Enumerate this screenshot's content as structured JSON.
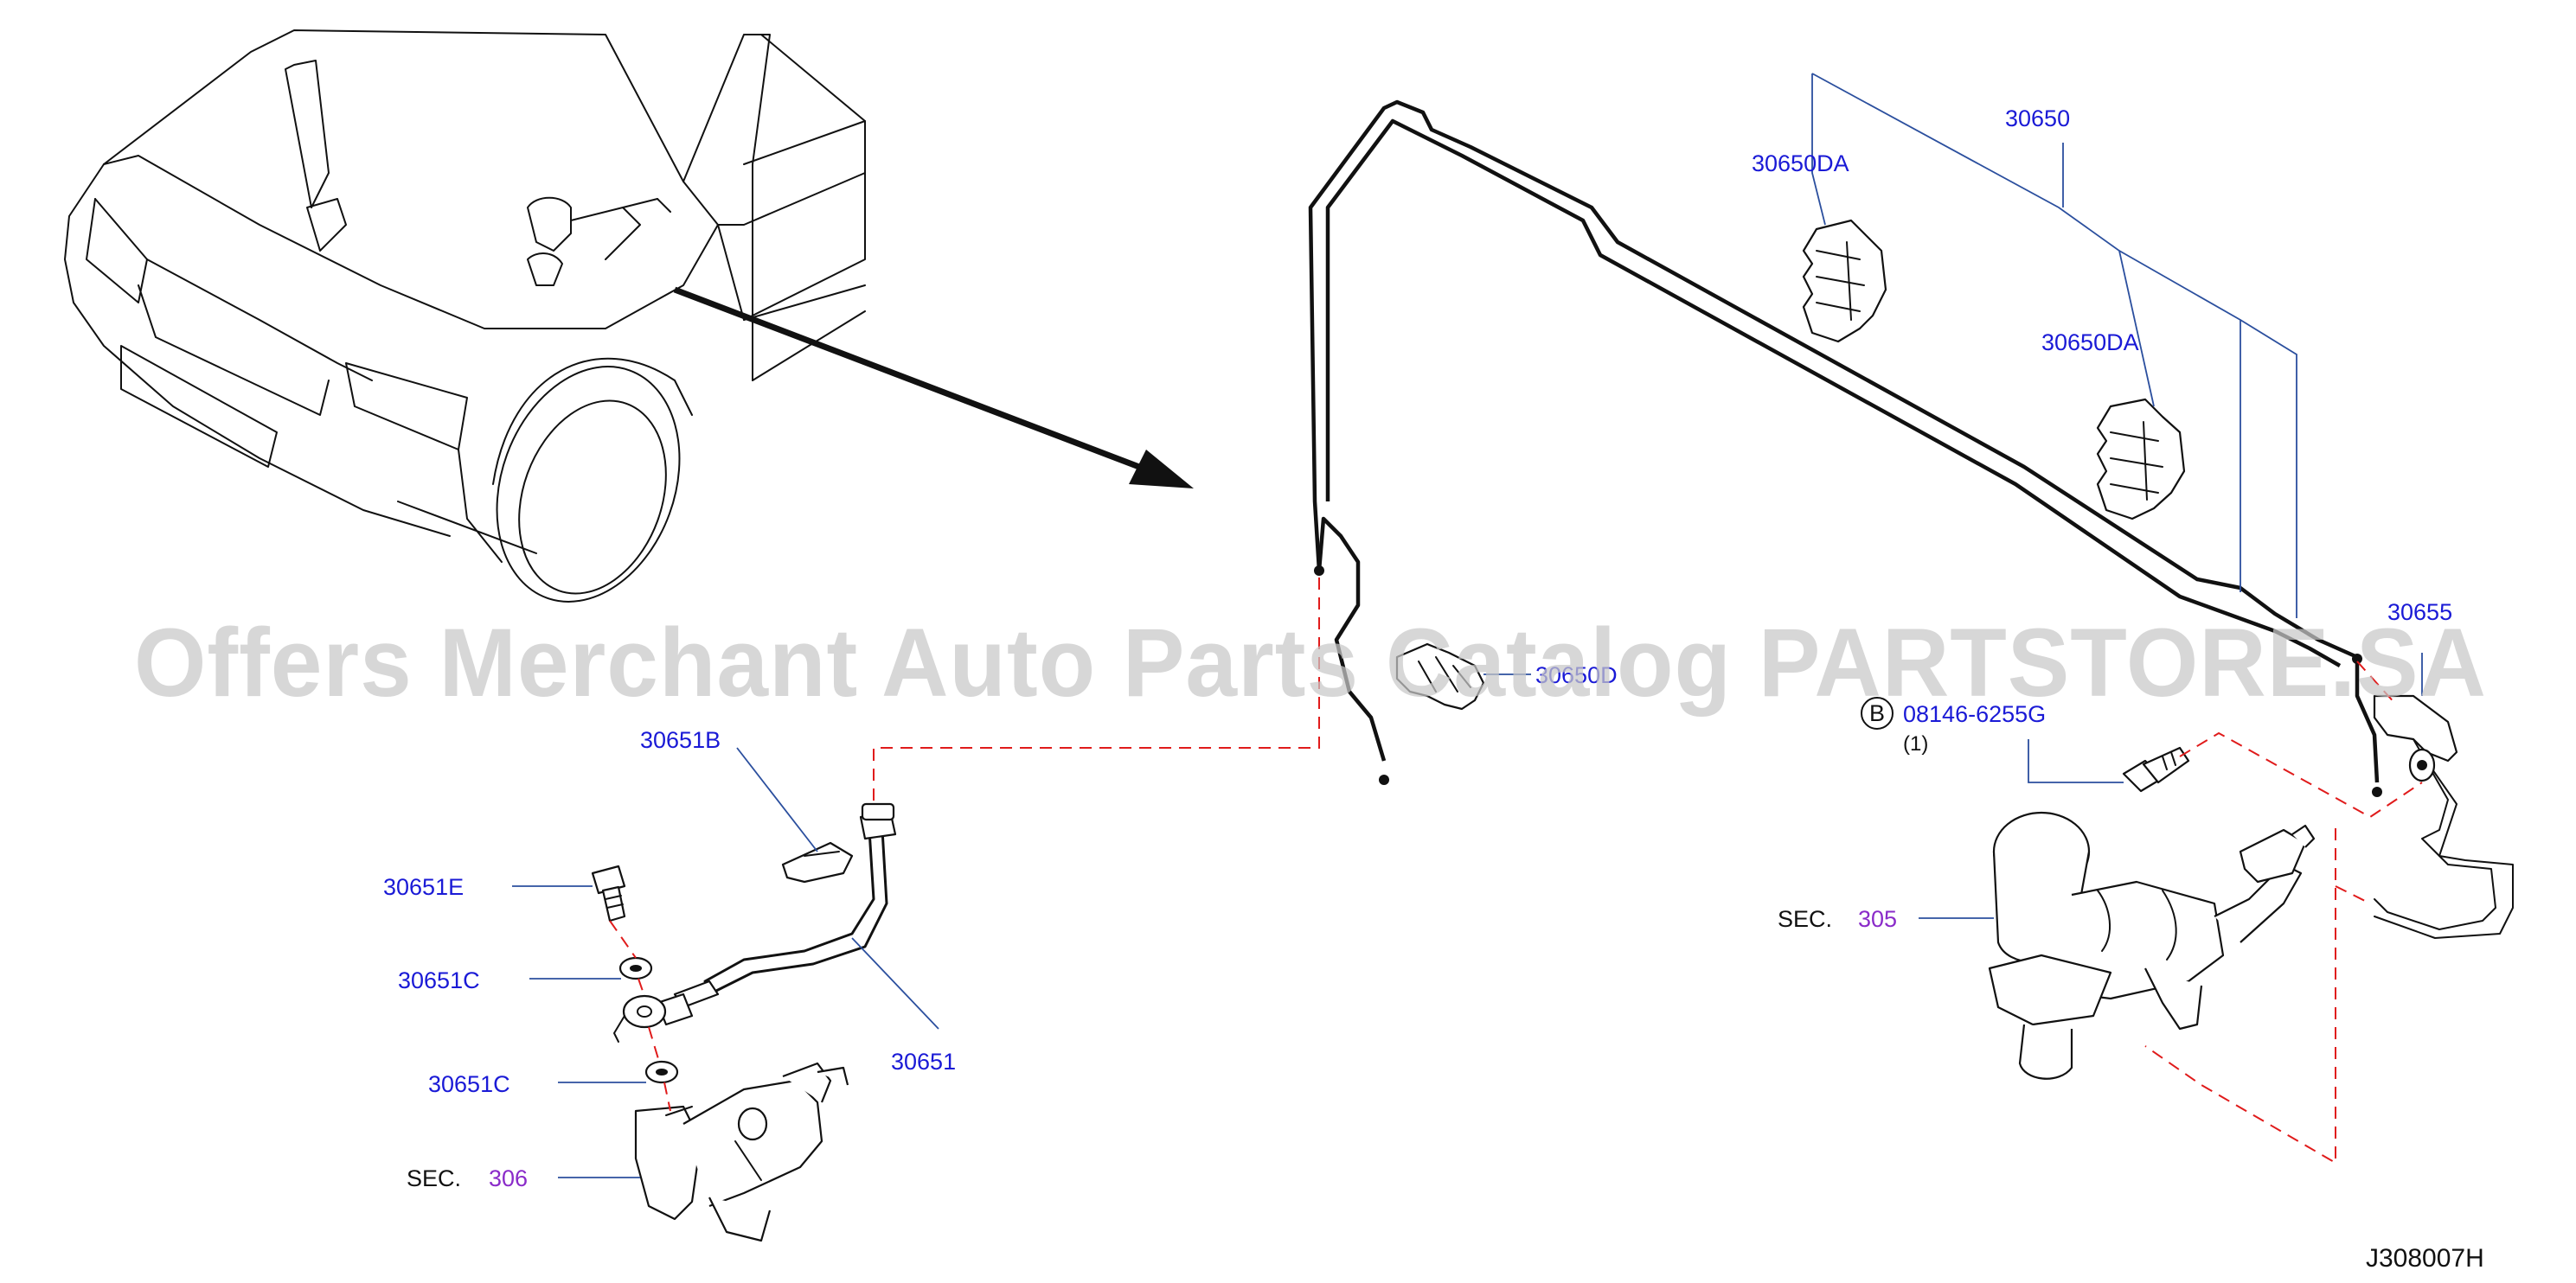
{
  "watermark": "Offers Merchant Auto Parts Catalog PARTSTORE.SA",
  "diagram_code": "J308007H",
  "labels": {
    "p30650": "30650",
    "p30650DA_1": "30650DA",
    "p30650DA_2": "30650DA",
    "p30655": "30655",
    "p30650D": "30650D",
    "p30651B": "30651B",
    "p30651E": "30651E",
    "p30651C_1": "30651C",
    "p30651C_2": "30651C",
    "p30651": "30651",
    "bolt": "08146-6255G",
    "bolt_qty": "(1)",
    "bolt_badge": "B",
    "sec_prefix_1": "SEC.",
    "sec_305": "305",
    "sec_prefix_2": "SEC.",
    "sec_306": "306"
  },
  "colors": {
    "label": "#1a1ad6",
    "section": "#8a2bc9",
    "leader": "#2b4f9e",
    "dashed": "#e01b1b"
  }
}
